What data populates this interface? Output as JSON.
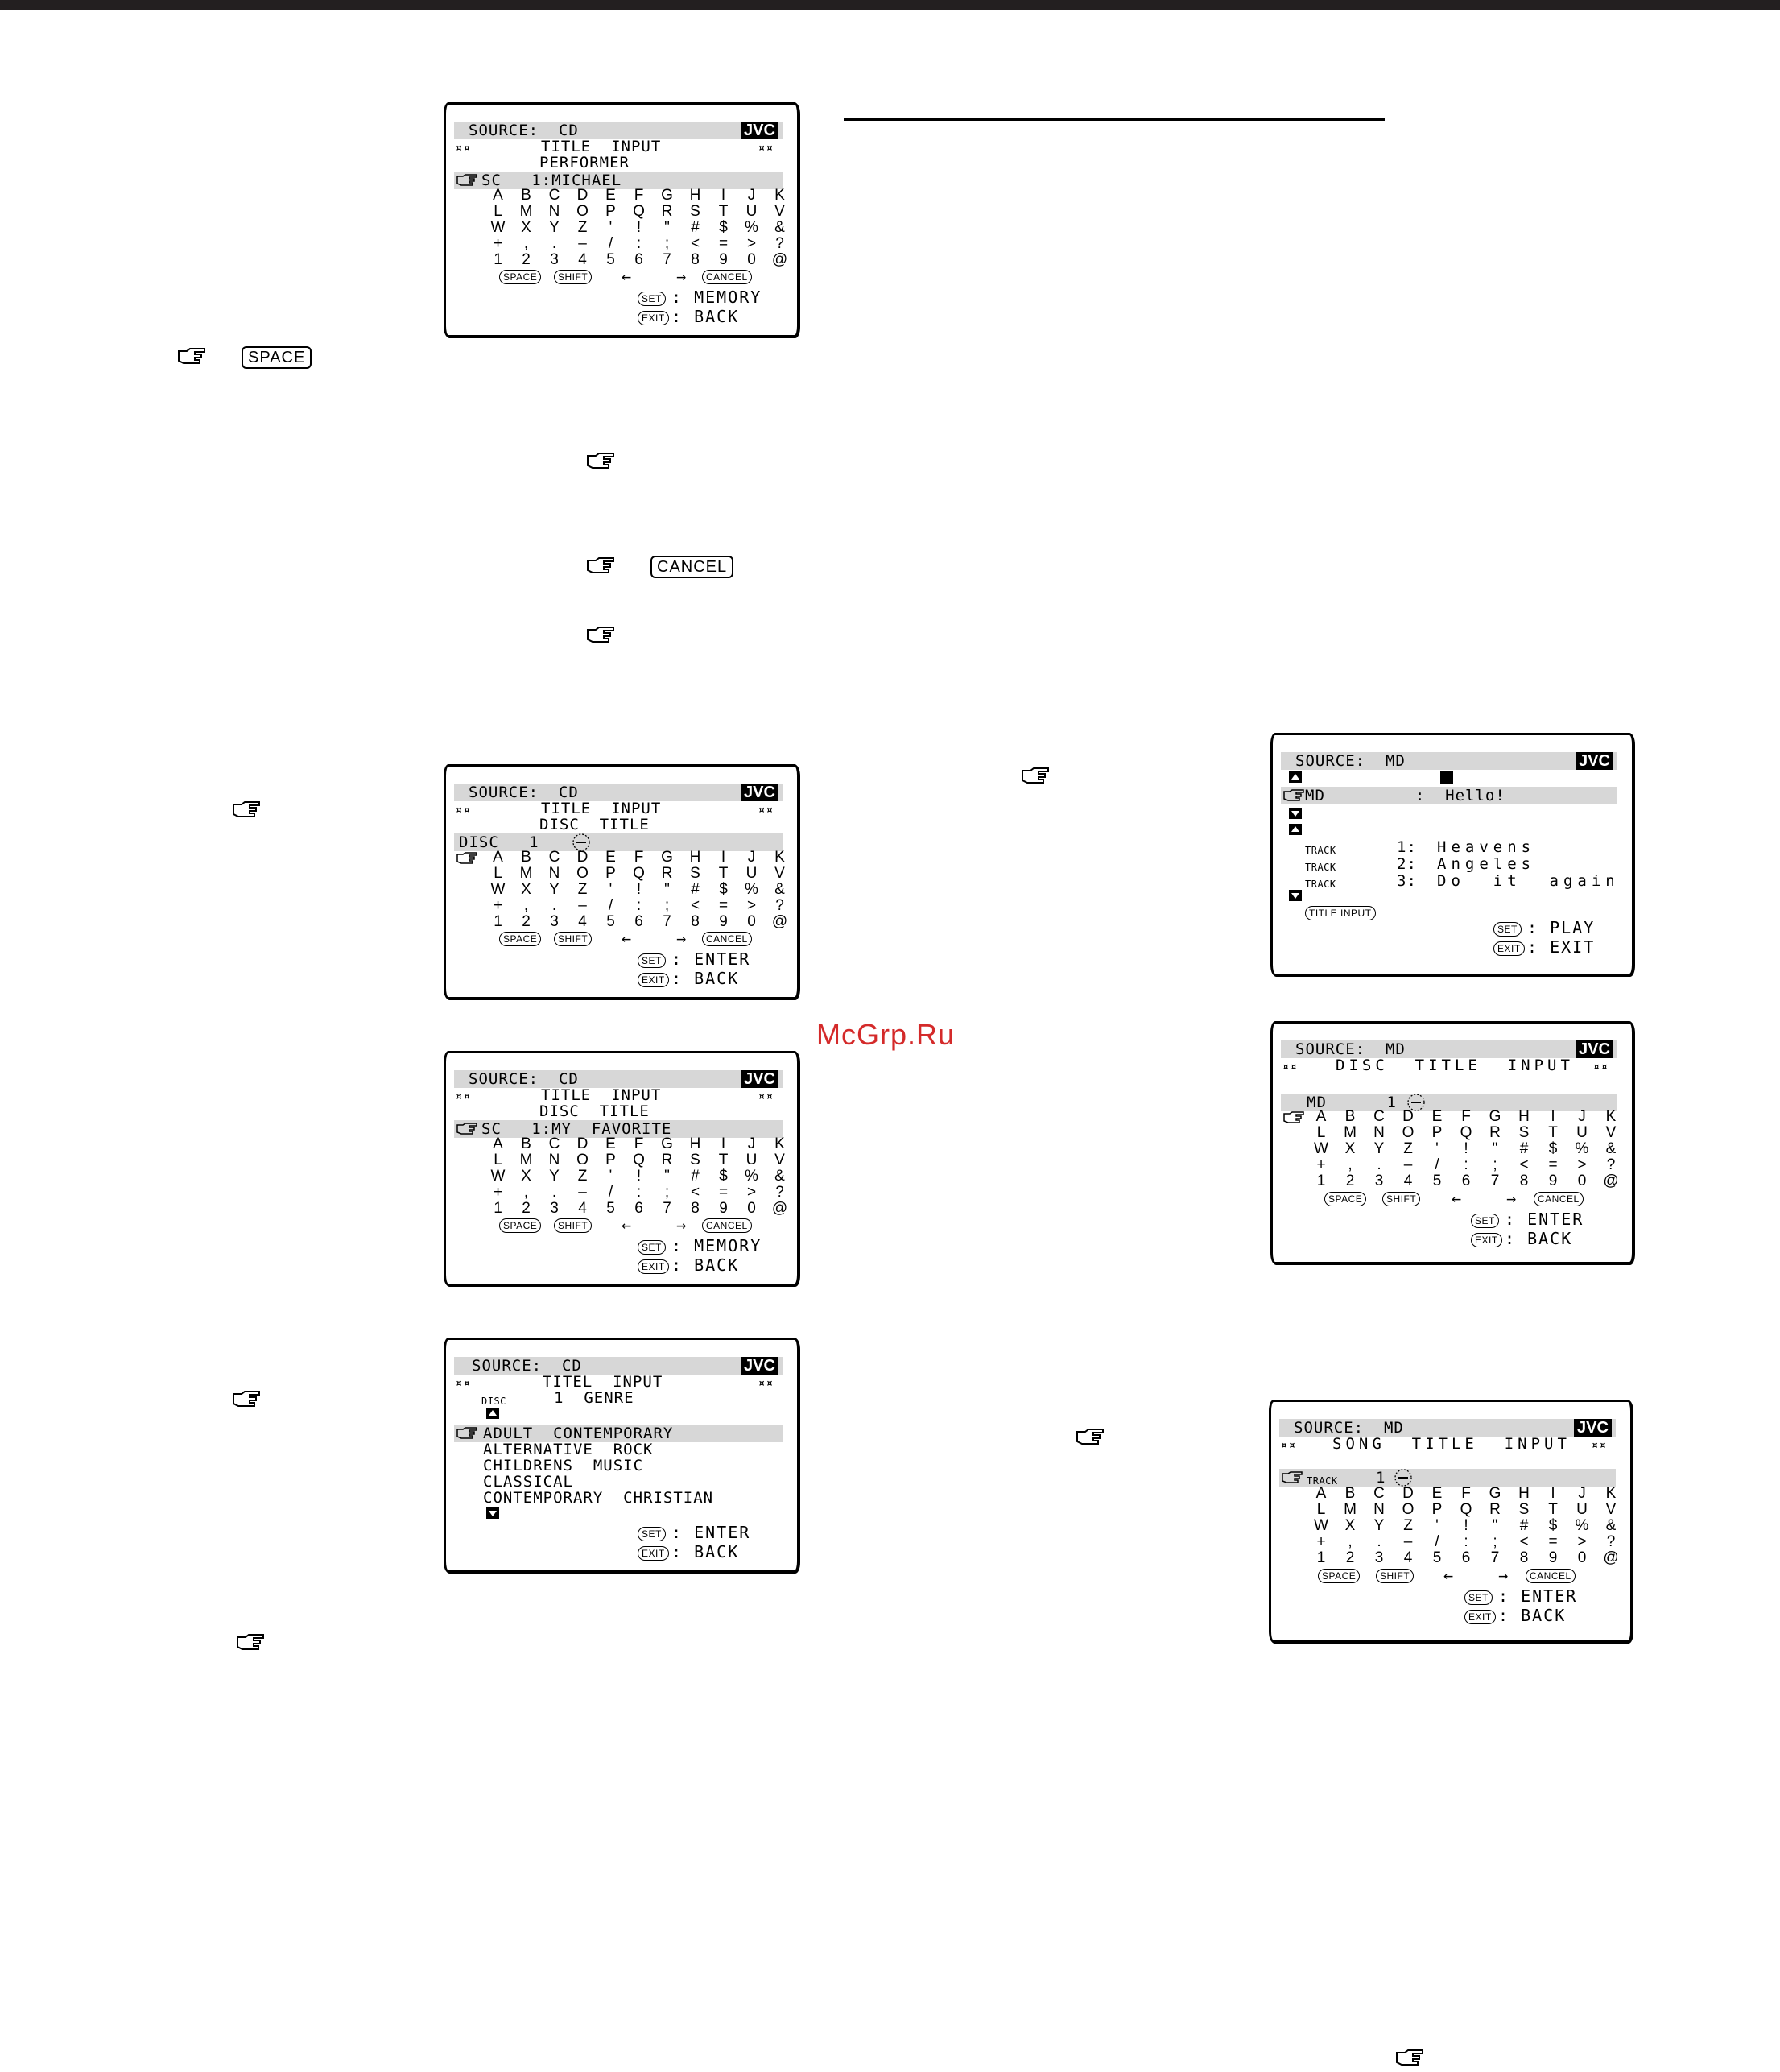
{
  "watermark": "McGrp.Ru",
  "common": {
    "logo": "JVC",
    "space_key": "SPACE",
    "shift_key": "SHIFT",
    "cancel_key": "CANCEL",
    "set_key": "SET",
    "exit_key": "EXIT",
    "arrows": "← →",
    "title_input_key": "TITLE INPUT",
    "char_rows": [
      [
        "A",
        "B",
        "C",
        "D",
        "E",
        "F",
        "G",
        "H",
        "I",
        "J",
        "K"
      ],
      [
        "L",
        "M",
        "N",
        "O",
        "P",
        "Q",
        "R",
        "S",
        "T",
        "U",
        "V"
      ],
      [
        "W",
        "X",
        "Y",
        "Z",
        "'",
        "!",
        "\"",
        "#",
        "$",
        "%",
        "&"
      ],
      [
        "+",
        ",",
        ".",
        "–",
        "/",
        ":",
        ";",
        "<",
        "=",
        ">",
        "?"
      ],
      [
        "1",
        "2",
        "3",
        "4",
        "5",
        "6",
        "7",
        "8",
        "9",
        "0",
        "@"
      ]
    ]
  },
  "page_icons": {
    "space_label": "SPACE",
    "cancel_label": "CANCEL"
  },
  "screen1": {
    "source": "SOURCE:  CD",
    "title": "TITLE  INPUT",
    "subtitle": "PERFORMER",
    "entry": "SC   1:MICHAEL",
    "set_cmd": ": MEMORY",
    "exit_cmd": ": BACK"
  },
  "screen2": {
    "source": "SOURCE:  CD",
    "title": "TITLE  INPUT",
    "subtitle": "DISC  TITLE",
    "entry": "DISC   1",
    "set_cmd": ": ENTER",
    "exit_cmd": ": BACK"
  },
  "screen3": {
    "source": "SOURCE:  CD",
    "title": "TITLE  INPUT",
    "subtitle": "DISC  TITLE",
    "entry": "SC   1:MY  FAVORITE",
    "set_cmd": ": MEMORY",
    "exit_cmd": ": BACK"
  },
  "screen4": {
    "source": "SOURCE:  CD",
    "title": "TITEL  INPUT",
    "disc_label": "DISC",
    "subtitle": "1  GENRE",
    "genres": [
      "ADULT  CONTEMPORARY",
      "ALTERNATIVE  ROCK",
      "CHILDRENS  MUSIC",
      "CLASSICAL",
      "CONTEMPORARY  CHRISTIAN"
    ],
    "set_cmd": ": ENTER",
    "exit_cmd": ": BACK"
  },
  "screen5": {
    "source": "SOURCE:  MD",
    "disc_entry": "MD         :  Hello!",
    "track_label": "TRACK",
    "tracks": [
      {
        "num": "1:",
        "title": "Heavens"
      },
      {
        "num": "2:",
        "title": "Angeles"
      },
      {
        "num": "3:",
        "title": "Do  it  again"
      }
    ],
    "set_cmd": ": PLAY",
    "exit_cmd": ": EXIT"
  },
  "screen6": {
    "source": "SOURCE:  MD",
    "title": "DISC  TITLE  INPUT",
    "entry": "MD      1",
    "set_cmd": ": ENTER",
    "exit_cmd": ": BACK"
  },
  "screen7": {
    "source": "SOURCE:  MD",
    "title": "SONG  TITLE  INPUT",
    "track_label": "TRACK",
    "entry_num": "1",
    "set_cmd": ": ENTER",
    "exit_cmd": ": BACK"
  }
}
